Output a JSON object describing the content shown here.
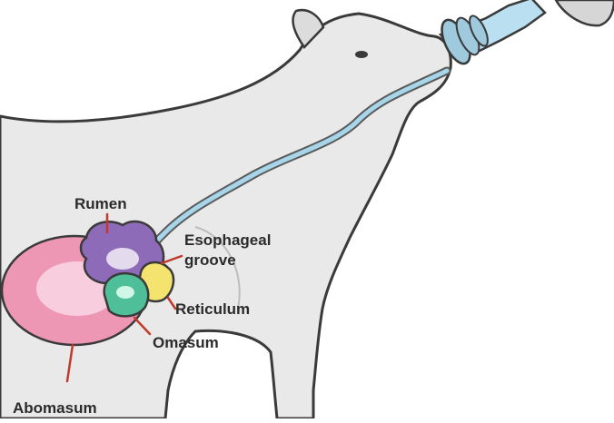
{
  "labels": {
    "rumen": "Rumen",
    "esophageal_line1": "Esophageal",
    "esophageal_line2": "groove",
    "reticulum": "Reticulum",
    "omasum": "Omasum",
    "abomasum": "Abomasum"
  },
  "colors": {
    "leader_line": "#c0392b",
    "rumen": "#8e6bb8",
    "abomasum": "#ec8fb0",
    "reticulum": "#f2e36b",
    "omasum": "#4fbf9a",
    "tube": "#9fd0e8",
    "calf_fill": "#e6e6e6",
    "calf_outline": "#3a3a3a"
  }
}
